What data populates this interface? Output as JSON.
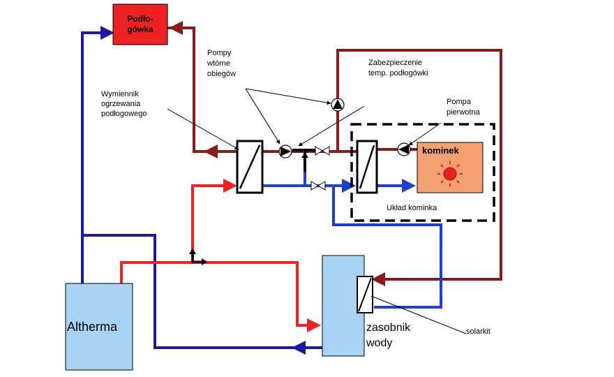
{
  "labels": {
    "podlogowka_1": "Podło-",
    "podlogowka_2": "gówka",
    "pompy_1": "Pompy",
    "pompy_2": "wtórne",
    "pompy_3": "obiegów",
    "zabezp_1": "Zabezpieczenie",
    "zabezp_2": "temp. podłogówki",
    "wymiennik_1": "Wymiennik",
    "wymiennik_2": "ogrzewania",
    "wymiennik_3": "podłogowego",
    "pompa_1": "Pompa",
    "pompa_2": "pierwotna",
    "kominek": "kominek",
    "uklad": "Układ kominka",
    "altherma": "Altherma",
    "zasobnik_1": "zasobnik",
    "zasobnik_2": "wody",
    "solarkit": "solarkit"
  },
  "colors": {
    "hot": "#ee2222",
    "return": "#8b1a1a",
    "cold": "#1a1aa0",
    "blue_line": "#1f3fd0",
    "tank_fill": "#a9d3f5",
    "podlogowka_fill": "#ee2222",
    "kominek_fill": "#f4a070",
    "sun": "#e82020"
  }
}
